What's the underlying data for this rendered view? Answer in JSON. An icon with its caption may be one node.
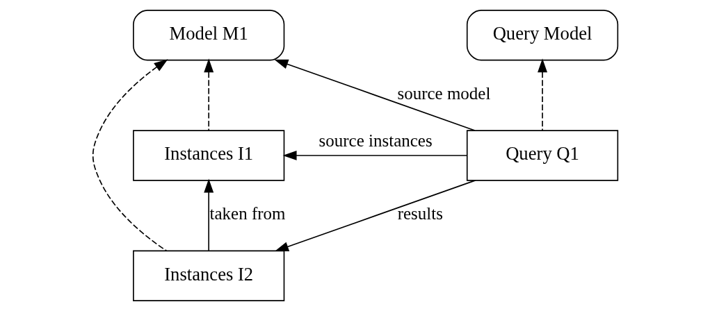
{
  "diagram": {
    "nodes": [
      {
        "text": [
          "Model M1"
        ]
      },
      {
        "text": [
          "Query Model"
        ]
      },
      {
        "text": [
          "Instances I1"
        ]
      },
      {
        "text": [
          "Query Q1"
        ]
      },
      {
        "text": [
          "Instances I2"
        ]
      }
    ],
    "edges": [
      {
        "from": 2,
        "to": 0,
        "arrow": "to",
        "style": "dashed"
      },
      {
        "from": 4,
        "to": 0,
        "arrow": "to",
        "style": "dashed"
      },
      {
        "from": 3,
        "to": 1,
        "arrow": "to",
        "style": "dashed"
      },
      {
        "from": 3,
        "to": 0,
        "arrow": "to",
        "label": "source model"
      },
      {
        "from": 3,
        "to": 2,
        "arrow": "to",
        "label": "source instances"
      },
      {
        "from": 4,
        "to": 2,
        "arrow": "to",
        "label": "taken from"
      },
      {
        "from": 3,
        "to": 4,
        "arrow": "to",
        "label": "results"
      }
    ]
  }
}
